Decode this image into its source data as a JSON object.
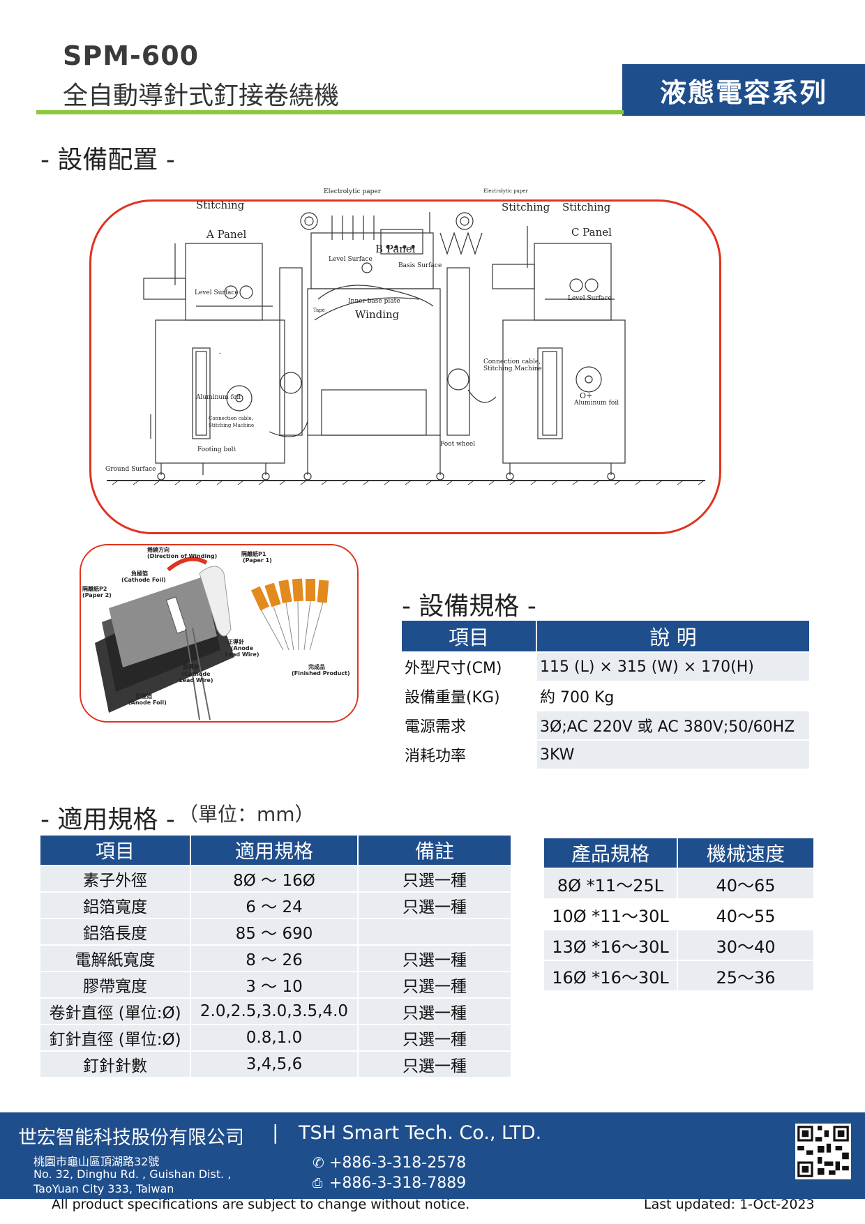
{
  "header": {
    "model": "SPM-600",
    "product_name": "全自動導針式釘接卷繞機",
    "series": "液態電容系列"
  },
  "sections": {
    "config_title": "- 設備配置 -",
    "equipment_spec_title": "- 設備規格 -",
    "applicable_spec_title": "- 適用規格 -",
    "applicable_spec_unit": "（單位：mm）"
  },
  "diagram": {
    "labels": {
      "stitching_left": "Stitching",
      "a_panel": "A Panel",
      "electrolytic_paper_1": "Electrolytic paper",
      "electrolytic_paper_2": "Electrolytic paper",
      "stitching_mid": "Stitching",
      "stitching_right": "Stitching",
      "c_panel": "C Panel",
      "b_panel": "B Panel",
      "level_surface_b": "Level Surface",
      "basis_surface": "Basis Surface",
      "level_surface_a": "Level Surface",
      "inner_base_plate": "Inner base plate",
      "winding": "Winding",
      "tape": "Tape",
      "level_surface_c": "Level Surface",
      "minus": "-",
      "aluminum_foil_left": "Aluminum foil",
      "connection_cable_1": "Connection cable,",
      "stitching_machine_1": "Stitching Machine",
      "plus": "O+",
      "aluminum_foil_right": "Aluminum foil",
      "connection_cable_2": "Connection cable,",
      "stitching_machine_2": "Stitching Machine",
      "footing_bolt": "Footing bolt",
      "foot_wheel": "Foot wheel",
      "ground_surface": "Ground Surface"
    }
  },
  "winding_diagram": {
    "labels": {
      "direction_cn": "捲繞方向",
      "direction_en": "(Direction of Winding)",
      "paper1_cn": "隔離紙P1",
      "paper1_en": "(Paper 1)",
      "cathode_cn": "負極箔",
      "cathode_en": "(Cathode Foil)",
      "paper2_cn": "隔離紙P2",
      "paper2_en": "(Paper 2)",
      "anode_wire_cn": "正導針",
      "anode_wire_en": "(Anode Lead Wire)",
      "cathode_wire_cn": "負導針",
      "cathode_wire_en": "(Cathode Lead Wire)",
      "finished_cn": "完成品",
      "finished_en": "(Finished Product)",
      "anode_foil_cn": "正極箔",
      "anode_foil_en": "(Anode Foil)"
    }
  },
  "equipment_table": {
    "headers": [
      "項目",
      "說 明"
    ],
    "rows": [
      [
        "外型尺寸(CM)",
        "115 (L) × 315 (W) × 170(H)"
      ],
      [
        "設備重量(KG)",
        "約 700 Kg"
      ],
      [
        "電源需求",
        "3Ø;AC 220V 或 AC 380V;50/60HZ"
      ],
      [
        "消耗功率",
        "3KW"
      ]
    ]
  },
  "applicable_table": {
    "headers": [
      "項目",
      "適用規格",
      "備註"
    ],
    "rows": [
      [
        "素子外徑",
        "8Ø ～ 16Ø",
        "只選一種"
      ],
      [
        "鋁箔寬度",
        "6 ～ 24",
        "只選一種"
      ],
      [
        "鋁箔長度",
        "85 ～ 690",
        ""
      ],
      [
        "電解紙寬度",
        "8 ～ 26",
        "只選一種"
      ],
      [
        "膠帶寬度",
        "3 ～ 10",
        "只選一種"
      ],
      [
        "卷針直徑 (單位:Ø)",
        "2.0,2.5,3.0,3.5,4.0",
        "只選一種"
      ],
      [
        "釘針直徑 (單位:Ø)",
        "0.8,1.0",
        "只選一種"
      ],
      [
        "釘針針數",
        "3,4,5,6",
        "只選一種"
      ]
    ]
  },
  "speed_table": {
    "headers": [
      "產品規格",
      "機械速度"
    ],
    "rows": [
      [
        "8Ø *11～25L",
        "40～65"
      ],
      [
        "10Ø *11～30L",
        "40～55"
      ],
      [
        "13Ø *16～30L",
        "30～40"
      ],
      [
        "16Ø *16～30L",
        "25～36"
      ]
    ]
  },
  "footer": {
    "company_cn": "世宏智能科技股份有限公司",
    "separator": "|",
    "company_en": "TSH Smart Tech. Co., LTD.",
    "address_cn": "桃園市龜山區頂湖路32號",
    "address_en_1": "No. 32, Dinghu Rd. , Guishan Dist. ,",
    "address_en_2": "TaoYuan City 333, Taiwan",
    "phone": "+886-3-318-2578",
    "fax": "+886-3-318-7889",
    "icons": [
      "phone-icon",
      "fax-icon",
      "qr-code"
    ]
  },
  "notes": {
    "disclaimer": "All product specifications are subject to change without notice.",
    "last_updated": "Last updated: 1-Oct-2023"
  },
  "colors": {
    "brand_blue": "#1f4e8c",
    "accent_green": "#8dc63f",
    "frame_red": "#e0331f",
    "cell_gray": "#e9ecf1"
  }
}
